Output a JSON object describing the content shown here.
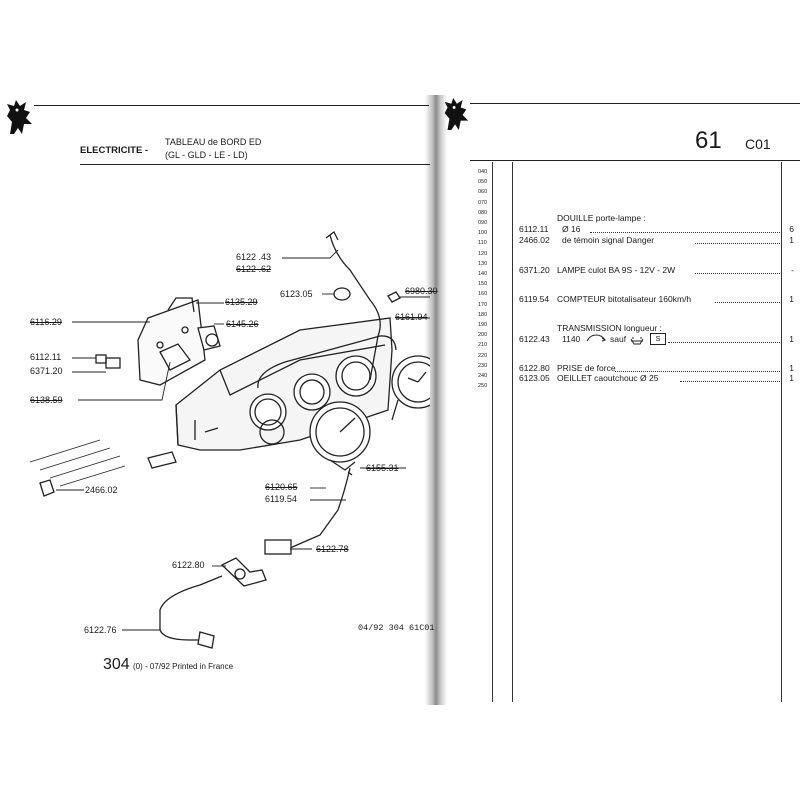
{
  "left_page": {
    "section": "ELECTRICITE -",
    "title_line1": "TABLEAU de BORD ED",
    "title_line2": "(GL - GLD - LE - LD)",
    "ref_code": "04/92  304  61C01",
    "footer_model": "304",
    "footer_suffix": "(0) - 07/92 Printed in France",
    "labels": {
      "l6122_43": "6122 .43",
      "l6122_62": "6122 .62",
      "l6123_05": "6123.05",
      "l6980_30": "6980.30",
      "l6135_29": "6135.29",
      "l6116_29": "6116.29",
      "l6145_26": "6145.26",
      "l6161_94": "6161.94",
      "l6112_11": "6112.11",
      "l6371_20": "6371.20",
      "l6138_59": "6138.59",
      "l2466_02": "2466.02",
      "l6120_65": "6120.65",
      "l6119_54": "6119.54",
      "l6155_31": "6155.31",
      "l6122_80": "6122.80",
      "l6122_78": "6122.78",
      "l6122_76": "6122.76"
    }
  },
  "right_page": {
    "page_number": "61",
    "page_code": "C01",
    "years": [
      "040",
      "050",
      "060",
      "070",
      "080",
      "090",
      "100",
      "110",
      "120",
      "130",
      "140",
      "150",
      "160",
      "170",
      "180",
      "190",
      "200",
      "210",
      "220",
      "230",
      "240",
      "250"
    ],
    "entries": {
      "douille_header": "DOUILLE porte-lampe :",
      "r1_part": "6112.11",
      "r1_desc": "Ø 16",
      "r1_qty": "6",
      "r2_part": "2466.02",
      "r2_desc": "de témoin signal Danger",
      "r2_qty": "1",
      "r3_part": "6371.20",
      "r3_desc": "LAMPE culot BA 9S - 12V - 2W",
      "r3_qty": "-",
      "r4_part": "6119.54",
      "r4_desc": "COMPTEUR bitotalisateur 160km/h",
      "r4_qty": "1",
      "trans_header": "TRANSMISSION longueur :",
      "r5_part": "6122.43",
      "r5_desc": "1140",
      "r5_sauf": "sauf",
      "r5_badge": "S",
      "r5_qty": "1",
      "r6_part": "6122.80",
      "r6_desc": "PRISE de force",
      "r6_qty": "1",
      "r7_part": "6123.05",
      "r7_desc": "OEILLET caoutchouc  Ø 25",
      "r7_qty": "1"
    }
  }
}
